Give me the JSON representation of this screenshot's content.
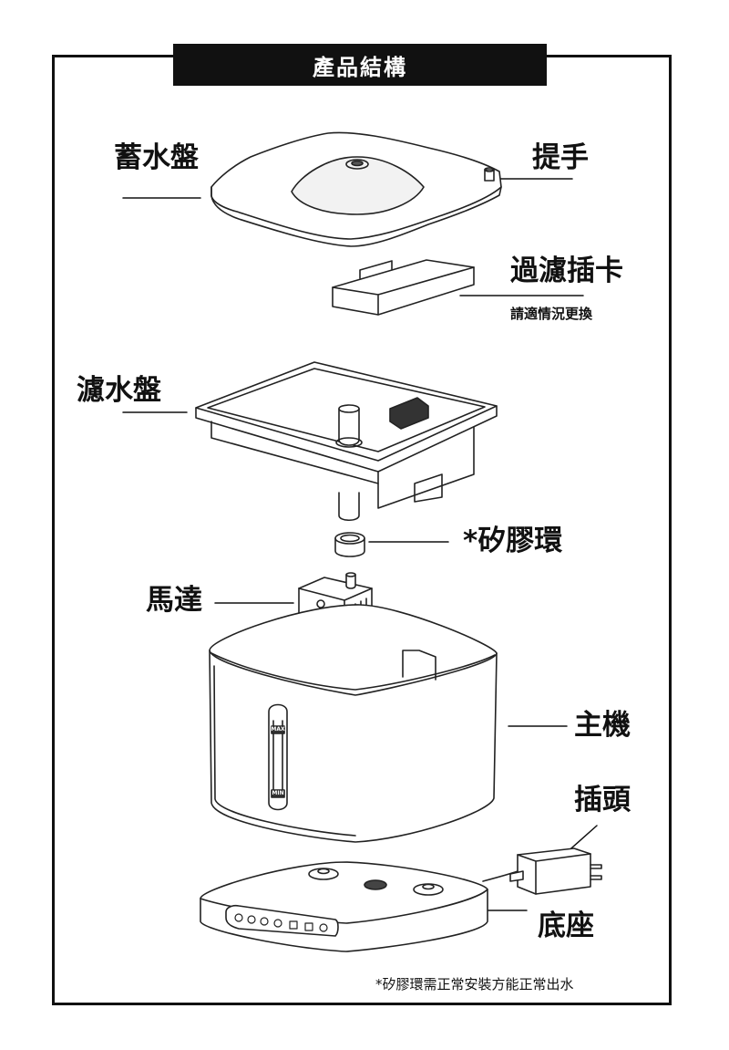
{
  "title": "產品結構",
  "parts": {
    "water_tray": "蓄水盤",
    "handle": "提手",
    "filter": "過濾插卡",
    "filter_note": "請適情況更換",
    "filter_tray": "濾水盤",
    "silicone_ring": "*矽膠環",
    "motor": "馬達",
    "main_unit": "主機",
    "plug": "插頭",
    "base": "底座"
  },
  "window_marks": {
    "max": "MAX",
    "min": "MIN"
  },
  "footnote": "*矽膠環需正常安裝方能正常出水"
}
